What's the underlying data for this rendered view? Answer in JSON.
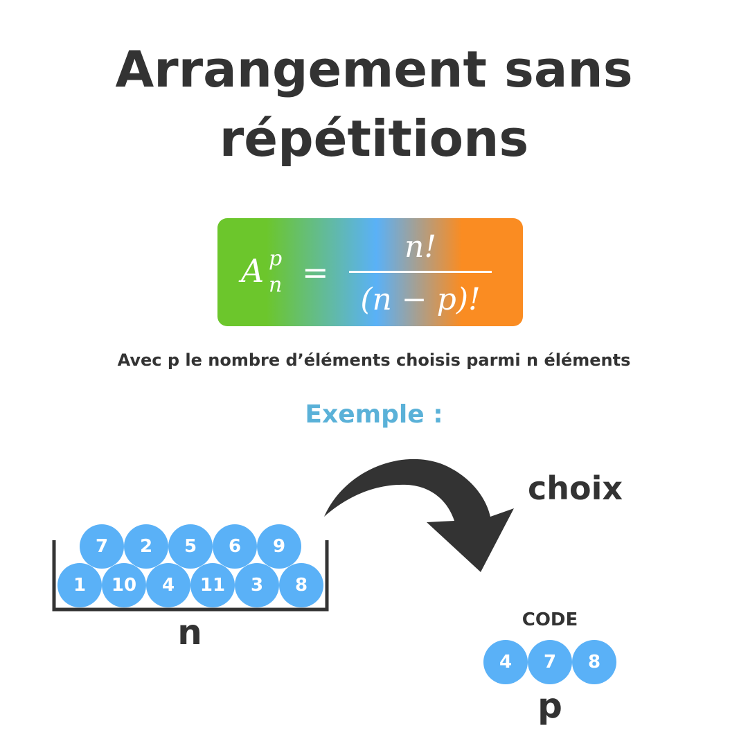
{
  "title_line1": "Arrangement sans",
  "title_line2": "répétitions",
  "formula": {
    "lhs_base": "A",
    "lhs_sup": "p",
    "lhs_sub": "n",
    "equals": "=",
    "numerator": "n!",
    "denominator": "(n − p)!",
    "gradient": [
      "#6CC62C",
      "#5AB1F7",
      "#FA8C22"
    ]
  },
  "subtitle": "Avec p le nombre d’éléments choisis parmi n éléments",
  "exemple_label": "Exemple :",
  "choix_label": "choix",
  "container": {
    "top_row": [
      "7",
      "2",
      "5",
      "6",
      "9"
    ],
    "bottom_row": [
      "1",
      "10",
      "4",
      "11",
      "3",
      "8"
    ],
    "label": "n"
  },
  "code": {
    "label": "CODE",
    "balls": [
      "4",
      "7",
      "8"
    ],
    "sub_label": "p"
  },
  "colors": {
    "ball": "#5AB1F7",
    "text": "#333333",
    "exemple": "#5AB1D8"
  }
}
